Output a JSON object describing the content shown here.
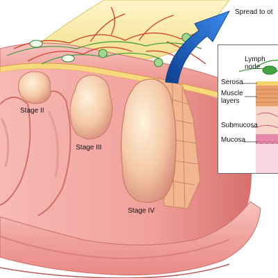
{
  "header": {
    "spread_label": "Spread to ot"
  },
  "stages": {
    "stage_ii": "Stage II",
    "stage_iii": "Stage III",
    "stage_iv": "Stage IV"
  },
  "inset": {
    "lymph_node_line1": "Lymph",
    "lymph_node_line2": "node",
    "serosa": "Serosa",
    "muscle_line1": "Muscle",
    "muscle_line2": "layers",
    "submucosa": "Submucosa",
    "mucosa": "Mucosa"
  },
  "colors": {
    "tissue_pink": "#f3a7a3",
    "tissue_dark": "#c45a5a",
    "fat_yellow": "#f7e9a4",
    "vessel_red": "#d23a2a",
    "lymph_green": "#3a9a3a",
    "tumor": "#f4c7a8",
    "arrow_blue": "#1a63c6"
  }
}
